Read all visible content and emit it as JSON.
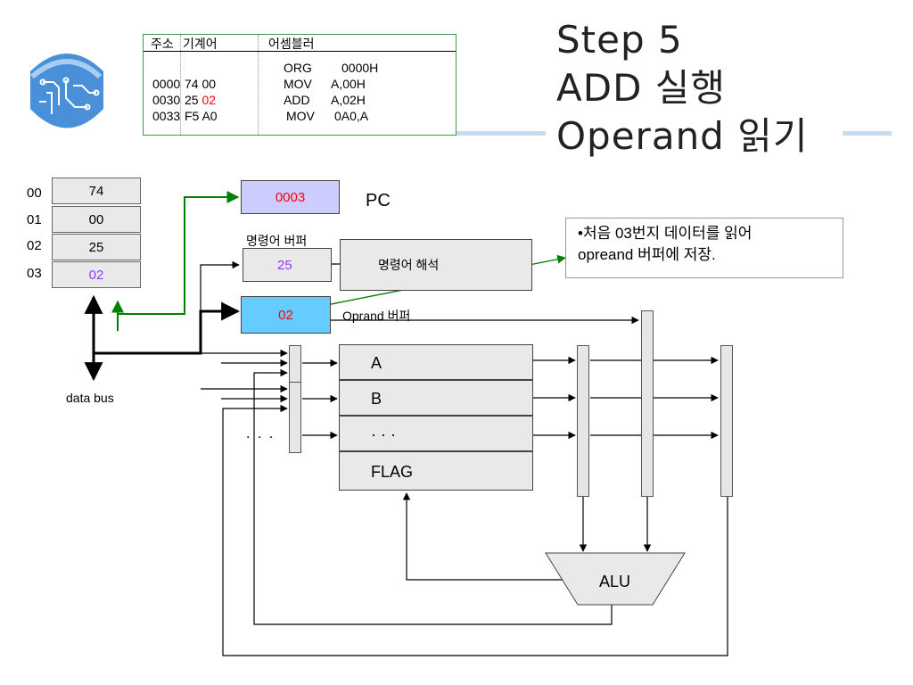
{
  "title": {
    "line1": "Step 5",
    "line2": "ADD 실행",
    "line3": "Operand 읽기"
  },
  "code_table": {
    "headers": [
      "주소",
      "기계어",
      "어셈블러"
    ],
    "rows": [
      {
        "addr": "",
        "code": "",
        "code_highlight": "",
        "mnemonic": "ORG",
        "operand": "0000H"
      },
      {
        "addr": "0000",
        "code": "74 00",
        "code_highlight": "",
        "mnemonic": "MOV",
        "operand": "A,00H"
      },
      {
        "addr": "0030",
        "code": "25 ",
        "code_highlight": "02",
        "mnemonic": "ADD",
        "operand": "A,02H"
      },
      {
        "addr": "0033",
        "code": "F5 A0",
        "code_highlight": "",
        "mnemonic": "MOV",
        "operand": "0A0,A"
      }
    ]
  },
  "memory": {
    "cells": [
      {
        "addr": "00",
        "value": "74"
      },
      {
        "addr": "01",
        "value": "00"
      },
      {
        "addr": "02",
        "value": "25"
      },
      {
        "addr": "03",
        "value": "02"
      }
    ],
    "bus_label": "data bus"
  },
  "pc": {
    "value": "0003",
    "label": "PC"
  },
  "instruction_buffer": {
    "label": "명령어 버퍼",
    "value": "25"
  },
  "decoder": {
    "label": "명령어 해석"
  },
  "operand_buffer": {
    "value": "02",
    "label": "Oprand 버퍼"
  },
  "note": {
    "line1": "•처음 03번지 데이터를 읽어",
    "line2": "opreand 버퍼에 저장."
  },
  "registers": {
    "a": "A",
    "b": "B",
    "more": "· · ·",
    "flag": "FLAG"
  },
  "left_dots": ". . .",
  "alu": {
    "label": "ALU"
  },
  "colors": {
    "pc_fill": "#ccccff",
    "operand_fill": "#66ccff",
    "highlight_red": "#ff0000",
    "highlight_purple": "#9933ff",
    "green_arrow": "#008000",
    "table_border": "#3c9a4c",
    "deco_blue": "#4a90d9"
  }
}
